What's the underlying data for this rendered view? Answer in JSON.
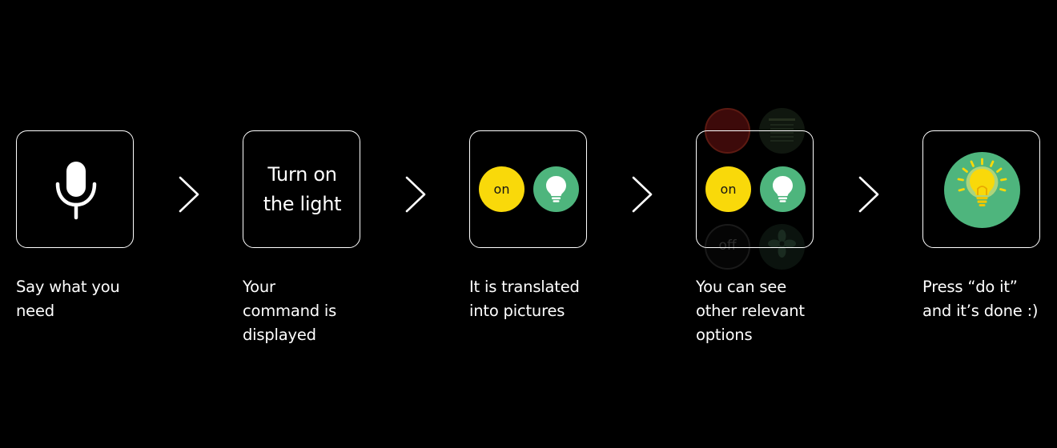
{
  "steps": [
    {
      "caption_lines": [
        "Say what you",
        "need"
      ],
      "icon": "microphone-icon"
    },
    {
      "command_lines": [
        "Turn on",
        "the light"
      ],
      "caption_lines": [
        "Your",
        "command is",
        "displayed"
      ]
    },
    {
      "on_label": "on",
      "icon": "lightbulb-icon",
      "caption_lines": [
        "It is translated",
        "into pictures"
      ]
    },
    {
      "on_label": "on",
      "off_label": "off",
      "icon": "lightbulb-icon",
      "other_option_icons": [
        "red-option-icon",
        "blinds-icon",
        "fan-icon"
      ],
      "caption_lines": [
        "You can see",
        "other relevant",
        "options"
      ]
    },
    {
      "icon": "glowing-lightbulb-icon",
      "caption_lines": [
        "Press “do it”",
        "and it’s done :)"
      ]
    }
  ],
  "connector_icon": "chevron-right-icon",
  "colors": {
    "background": "#000000",
    "foreground": "#ffffff",
    "on_yellow": "#f9d90a",
    "action_green": "#4eb57d"
  }
}
